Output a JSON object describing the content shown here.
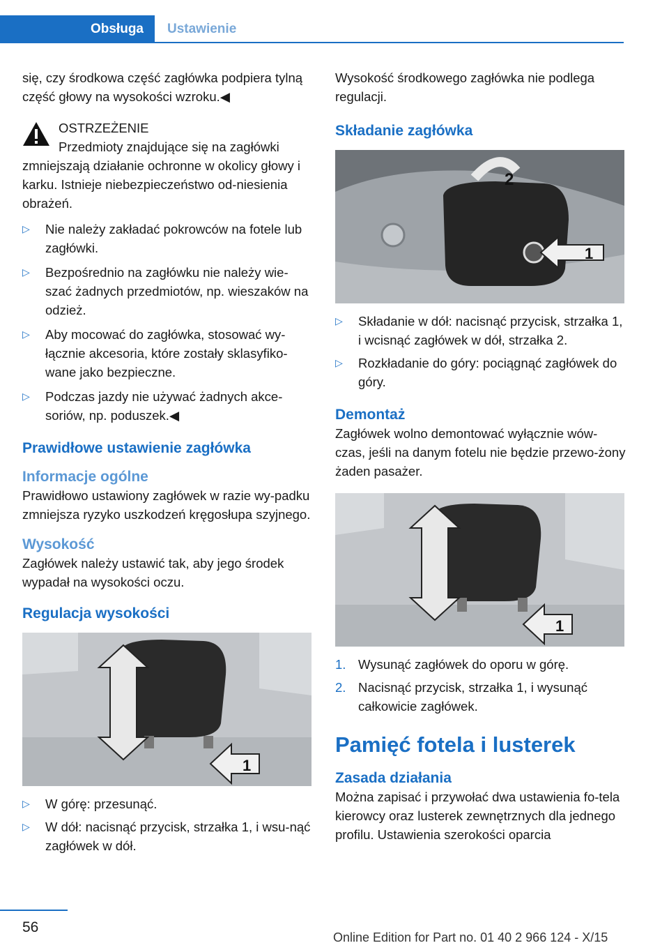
{
  "tabs": {
    "active": "Obsługa",
    "inactive": "Ustawienie"
  },
  "left": {
    "intro": "się, czy środkowa część zagłówka podpiera tylną część głowy na wysokości wzroku.◀",
    "warning_title": "OSTRZEŻENIE",
    "warning_text": "Przedmioty znajdujące się na zagłówki zmniejszają działanie ochronne w okolicy głowy i karku. Istnieje niebezpieczeństwo od‐niesienia obrażeń.",
    "warning_bullets": [
      "Nie należy zakładać pokrowców na fotele lub zagłówki.",
      "Bezpośrednio na zagłówku nie należy wie‐szać żadnych przedmiotów, np. wieszaków na odzież.",
      "Aby mocować do zagłówka, stosować wy‐łącznie akcesoria, które zostały sklasyfiko‐wane jako bezpieczne.",
      "Podczas jazdy nie używać żadnych akce‐soriów, np. poduszek.◀"
    ],
    "section_title": "Prawidłowe ustawienie zagłówka",
    "general_heading": "Informacje ogólne",
    "general_text": "Prawidłowo ustawiony zagłówek w razie wy‐padku zmniejsza ryzyko uszkodzeń kręgosłupa szyjnego.",
    "height_heading": "Wysokość",
    "height_text": "Zagłówek należy ustawić tak, aby jego środek wypadał na wysokości oczu.",
    "adjust_title": "Regulacja wysokości",
    "adjust_bullets": [
      "W górę: przesunąć.",
      "W dół: nacisnąć przycisk, strzałka 1, i wsu‐nąć zagłówek w dół."
    ]
  },
  "right": {
    "intro": "Wysokość środkowego zagłówka nie podlega regulacji.",
    "fold_title": "Składanie zagłówka",
    "fold_bullets": [
      "Składanie w dół: nacisnąć przycisk, strzałka 1, i wcisnąć zagłówek w dół, strzałka 2.",
      "Rozkładanie do góry: pociągnąć zagłówek do góry."
    ],
    "removal_heading": "Demontaż",
    "removal_text": "Zagłówek wolno demontować wyłącznie wów‐czas, jeśli na danym fotelu nie będzie przewo‐żony żaden pasażer.",
    "removal_steps": [
      {
        "num": "1.",
        "text": "Wysunąć zagłówek do oporu w górę."
      },
      {
        "num": "2.",
        "text": "Nacisnąć przycisk, strzałka 1, i wysunąć całkowicie zagłówek."
      }
    ],
    "memory_title": "Pamięć fotela i lusterek",
    "principle_heading": "Zasada działania",
    "principle_text": "Można zapisać i przywołać dwa ustawienia fo‐tela kierowcy oraz lusterek zewnętrznych dla jednego profilu. Ustawienia szerokości oparcia"
  },
  "figure_labels": {
    "one": "1",
    "two": "2"
  },
  "footer": {
    "page_number": "56",
    "edition": "Online Edition for Part no. 01 40 2 966 124 - X/15",
    "watermark": "Online Edition for Part no. 01 40 2 966 124 - X/15"
  },
  "bullet_glyph": "▷"
}
